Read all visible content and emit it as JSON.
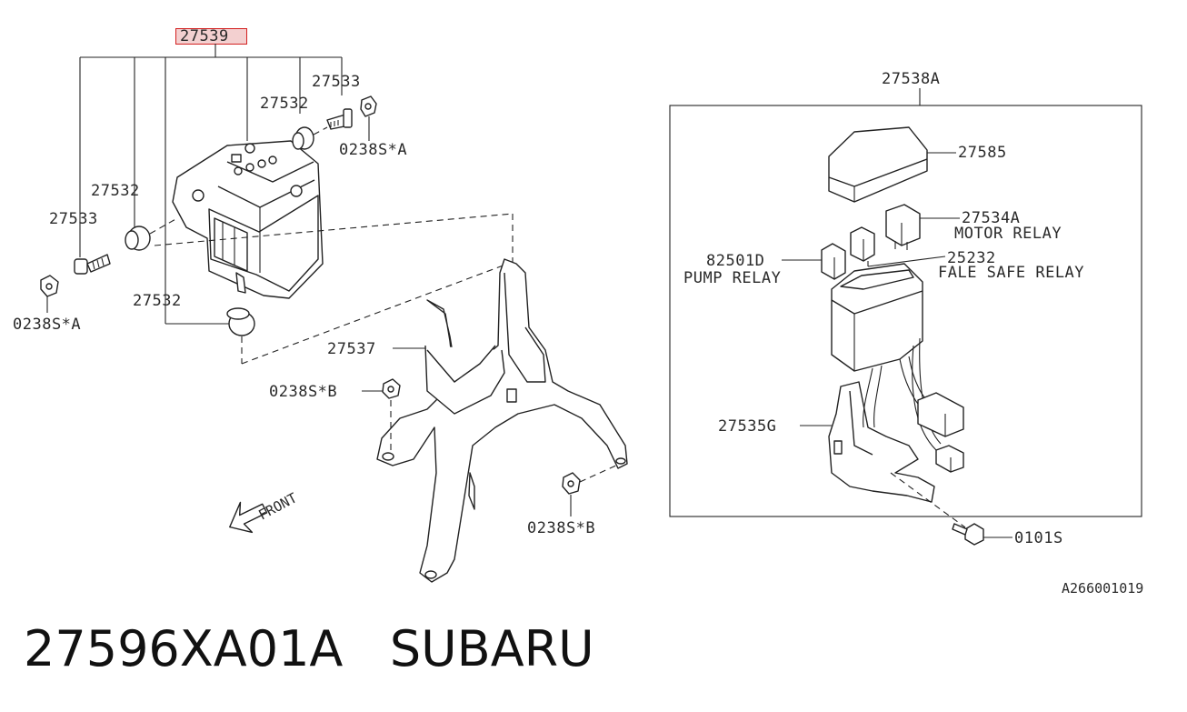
{
  "labels": {
    "p27539": "27539",
    "p27533_top": "27533",
    "p27532_top": "27532",
    "p0238SA_top": "0238S*A",
    "p27532_mid": "27532",
    "p27533_left": "27533",
    "p0238SA_left": "0238S*A",
    "p27532_low": "27532",
    "p27537": "27537",
    "p0238SB_left": "0238S*B",
    "p0238SB_right": "0238S*B",
    "front": "FRONT",
    "p27538A": "27538A",
    "p27585": "27585",
    "p27534A": "27534A",
    "motor_relay": "MOTOR RELAY",
    "p82501D": "82501D",
    "pump_relay": "PUMP RELAY",
    "p25232": "25232",
    "fale_safe_relay": "FALE SAFE RELAY",
    "p27535G": "27535G",
    "p0101S": "0101S",
    "diagram_code": "A266001019"
  },
  "footer": {
    "title": "27596XA01A   SUBARU"
  },
  "highlight": {
    "part": "27539",
    "color": "#d32020"
  }
}
